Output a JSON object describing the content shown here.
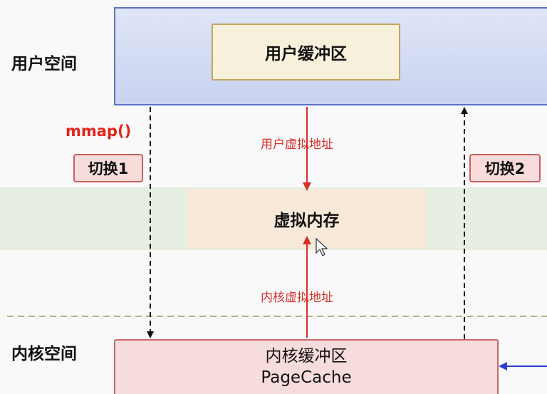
{
  "regions": {
    "user_space": "用户空间",
    "kernel_space": "内核空间"
  },
  "boxes": {
    "user_buffer": "用户缓冲区",
    "virtual_memory": "虚拟内存",
    "kernel_buffer_line1": "内核缓冲区",
    "kernel_buffer_line2": "PageCache"
  },
  "labels": {
    "mmap": "mmap()",
    "switch1": "切换1",
    "switch2": "切换2",
    "user_virtual_address": "用户虚拟地址",
    "kernel_virtual_address": "内核虚拟地址"
  },
  "colors": {
    "user_space_fill": "#c9d3f0",
    "user_buffer_fill": "#f7f1dc",
    "virtual_memory_band": "#e6efe1",
    "virtual_memory_fill": "#f8e9d9",
    "kernel_buffer_fill": "#f6dcdc",
    "red_arrow": "#d6302a",
    "blue_arrow": "#2a3fd0",
    "boundary_dash": "#b5b07a"
  }
}
